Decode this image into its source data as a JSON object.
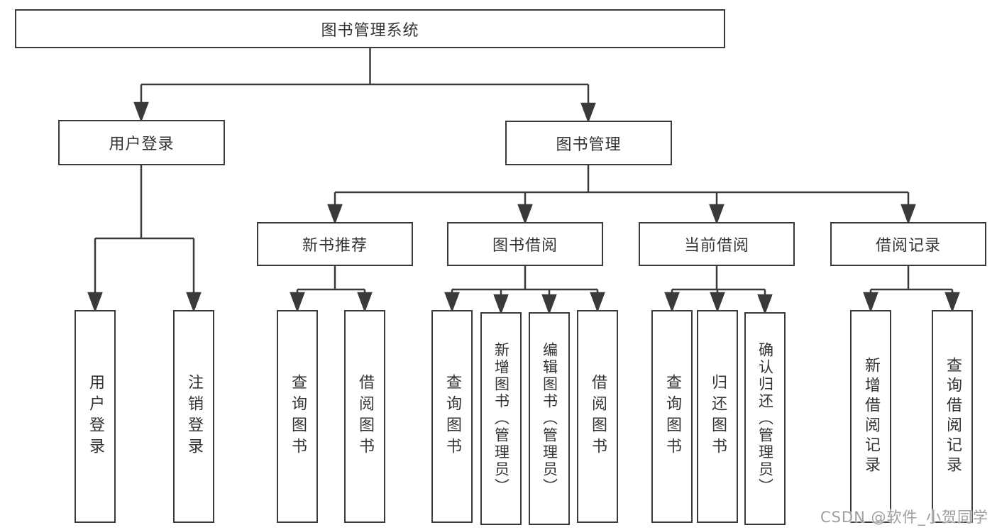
{
  "root": {
    "label": "图书管理系统"
  },
  "branches": {
    "user_login": {
      "label": "用户登录",
      "children": [
        {
          "label": "用户登录"
        },
        {
          "label": "注销登录"
        }
      ]
    },
    "book_mgmt": {
      "label": "图书管理",
      "children": [
        {
          "label": "新书推荐",
          "children": [
            {
              "label": "查询图书"
            },
            {
              "label": "借阅图书"
            }
          ]
        },
        {
          "label": "图书借阅",
          "children": [
            {
              "label": "查询图书"
            },
            {
              "label": "新增图书（管理员）"
            },
            {
              "label": "编辑图书（管理员）"
            },
            {
              "label": "借阅图书"
            }
          ]
        },
        {
          "label": "当前借阅",
          "children": [
            {
              "label": "查询图书"
            },
            {
              "label": "归还图书"
            },
            {
              "label": "确认归还（管理员）"
            }
          ]
        },
        {
          "label": "借阅记录",
          "children": [
            {
              "label": "新增借阅记录"
            },
            {
              "label": "查询借阅记录"
            }
          ]
        }
      ]
    }
  },
  "watermark": "CSDN @软件_小贺同学",
  "colors": {
    "line": "#3a3a3a",
    "text": "#333333",
    "watermark": "#9e9e9e",
    "background": "#ffffff"
  }
}
